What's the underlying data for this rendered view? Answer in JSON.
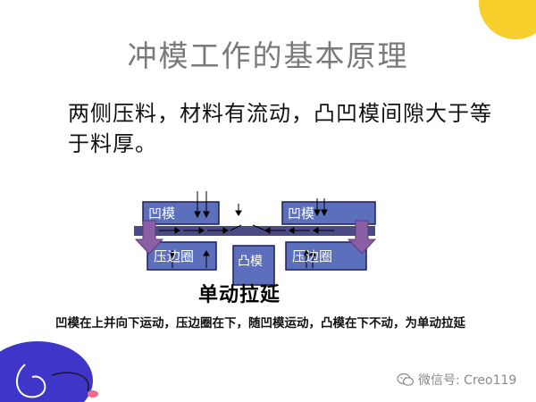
{
  "slide": {
    "title": "冲模工作的基本原理",
    "body_text": "两侧压料，材料有流动，凸凹模间隙大于等于料厚。",
    "diagram": {
      "die_left_label": "凹模",
      "die_right_label": "凹模",
      "holder_left_label": "压边圈",
      "holder_right_label": "压边圈",
      "punch_label": "凸模"
    },
    "diagram_caption": "单动拉延",
    "explanation": "凹模在上并向下运动，压边圈在下，随凹模运动，凸模在下不动，为单动拉延",
    "watermark": "微信号: Creo119"
  },
  "colors": {
    "block_fill": "#5b6fbd",
    "block_stroke": "#1d1d5a",
    "sheet_band": "#4a4a86",
    "arrow_fill": "#8a5fa8",
    "accent_yellow": "#f6cf2b",
    "deco_blue": "#3f35c9"
  }
}
